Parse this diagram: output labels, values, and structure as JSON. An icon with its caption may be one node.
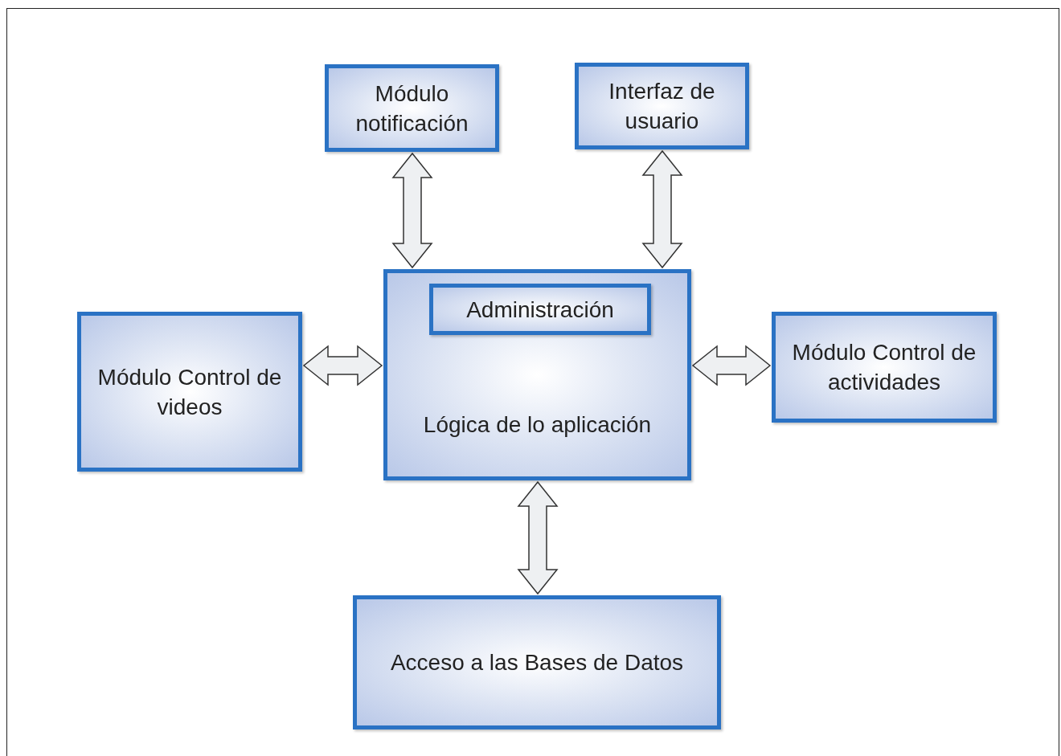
{
  "diagram": {
    "nodes": [
      {
        "text": [
          "Módulo notificación"
        ]
      },
      {
        "text": [
          "Interfaz de usuario"
        ]
      },
      {
        "text": [
          "Lógica de lo aplicación"
        ]
      },
      {
        "text": [
          "Administración"
        ],
        "in": 2
      },
      {
        "text": [
          "Módulo Control de videos"
        ]
      },
      {
        "text": [
          "Módulo Control de actividades"
        ]
      },
      {
        "text": [
          "Acceso a las Bases de Datos"
        ]
      }
    ],
    "edges": [
      {
        "from": 0,
        "to": 2,
        "arrow": "both"
      },
      {
        "from": 1,
        "to": 2,
        "arrow": "both"
      },
      {
        "from": 4,
        "to": 2,
        "arrow": "both"
      },
      {
        "from": 2,
        "to": 5,
        "arrow": "both"
      },
      {
        "from": 2,
        "to": 6,
        "arrow": "both"
      }
    ]
  }
}
